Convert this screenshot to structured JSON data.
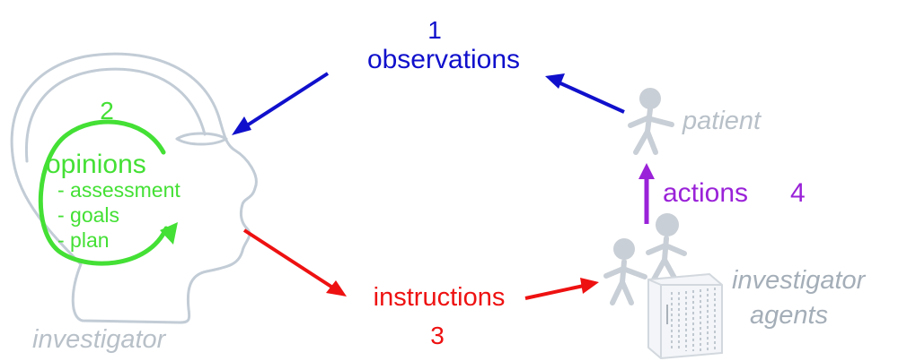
{
  "diagram": {
    "step1": {
      "number": "1",
      "label": "observations",
      "color": "#1010cc"
    },
    "step2": {
      "number": "2",
      "label": "opinions",
      "items": [
        "- assessment",
        "- goals",
        "- plan"
      ],
      "color": "#44e035"
    },
    "step3": {
      "number": "3",
      "label": "instructions",
      "color": "#ee1111"
    },
    "step4": {
      "number": "4",
      "label": "actions",
      "color": "#9a22d8"
    },
    "actors": {
      "investigator": "investigator",
      "patient": "patient",
      "agents_line1": "investigator",
      "agents_line2": "agents"
    },
    "colors": {
      "head": "#c2ccd6",
      "figure": "#c9cfd6",
      "actor_text": "#b8c0c8",
      "agents_text": "#a4aeb8"
    }
  }
}
